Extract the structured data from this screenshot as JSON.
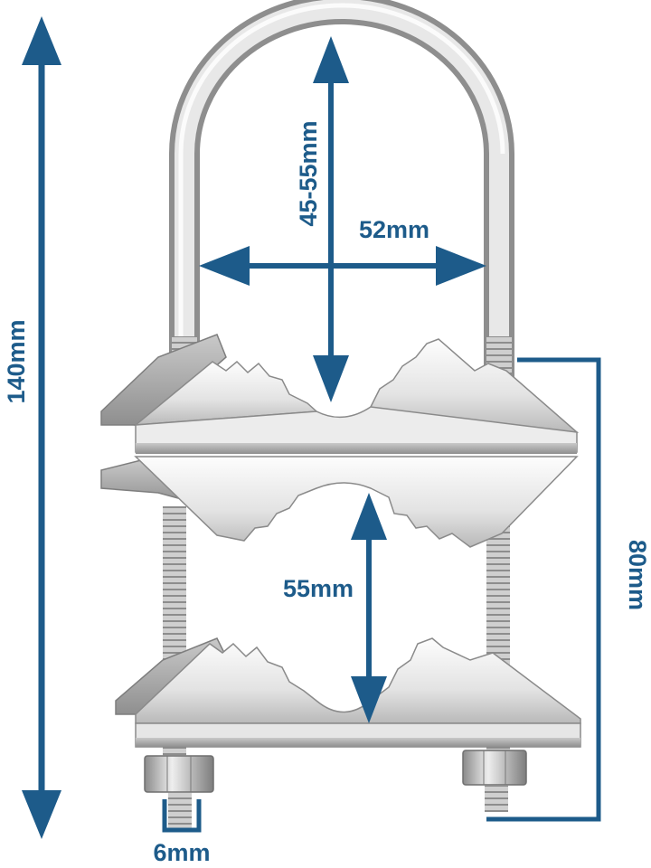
{
  "colors": {
    "accent": "#1d5b8a",
    "metal_light": "#f4f4f4",
    "metal_mid": "#d6d6d6",
    "metal_dark": "#9a9a9a",
    "background": "#ffffff"
  },
  "dimensions": {
    "overall_height": "140mm",
    "ubolt_inner_height": "45-55mm",
    "ubolt_inner_width": "52mm",
    "clamp_opening": "55mm",
    "clamp_height": "80mm",
    "thread_size": "6mm"
  }
}
